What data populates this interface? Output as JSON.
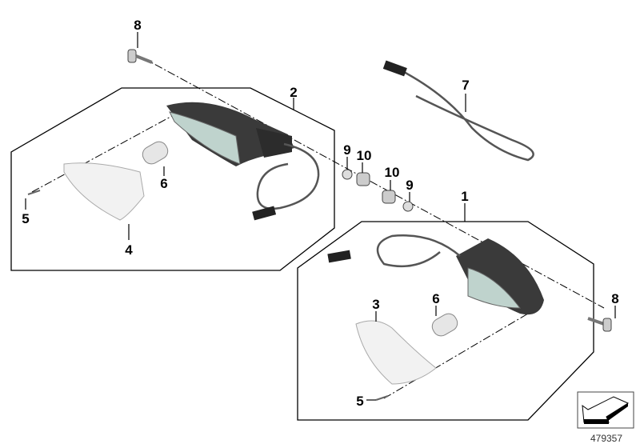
{
  "diagram": {
    "callouts": [
      {
        "id": "8a",
        "text": "8"
      },
      {
        "id": "2",
        "text": "2"
      },
      {
        "id": "7",
        "text": "7"
      },
      {
        "id": "9a",
        "text": "9"
      },
      {
        "id": "10a",
        "text": "10"
      },
      {
        "id": "6a",
        "text": "6"
      },
      {
        "id": "5a",
        "text": "5"
      },
      {
        "id": "4",
        "text": "4"
      },
      {
        "id": "10b",
        "text": "10"
      },
      {
        "id": "9b",
        "text": "9"
      },
      {
        "id": "1",
        "text": "1"
      },
      {
        "id": "6b",
        "text": "6"
      },
      {
        "id": "3",
        "text": "3"
      },
      {
        "id": "8b",
        "text": "8"
      },
      {
        "id": "5b",
        "text": "5"
      }
    ],
    "reference_number": "479357",
    "icon": "view-direction-arrow-icon"
  }
}
